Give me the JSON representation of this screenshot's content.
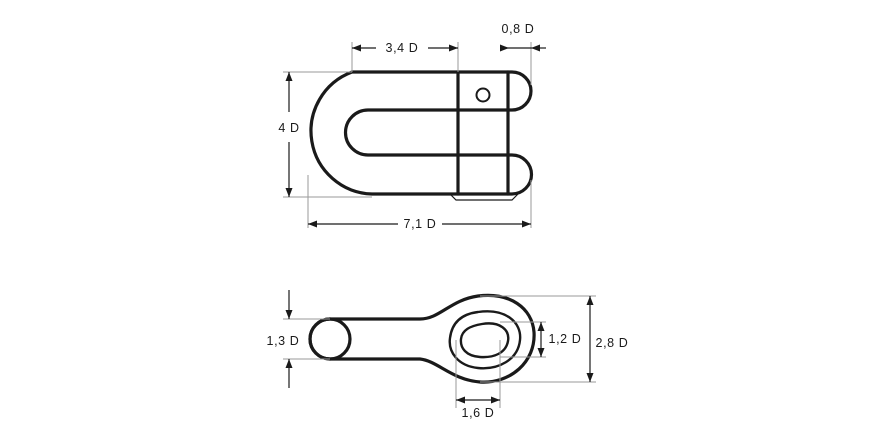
{
  "top_view": {
    "dim_width_inner": "3,4 D",
    "dim_pin_diameter": "0,8 D",
    "dim_height": "4 D",
    "dim_total_length": "7,1 D"
  },
  "bottom_view": {
    "dim_thickness": "1,3 D",
    "dim_eye_inner": "1,2 D",
    "dim_eye_outer": "2,8 D",
    "dim_eye_width": "1,6 D"
  }
}
